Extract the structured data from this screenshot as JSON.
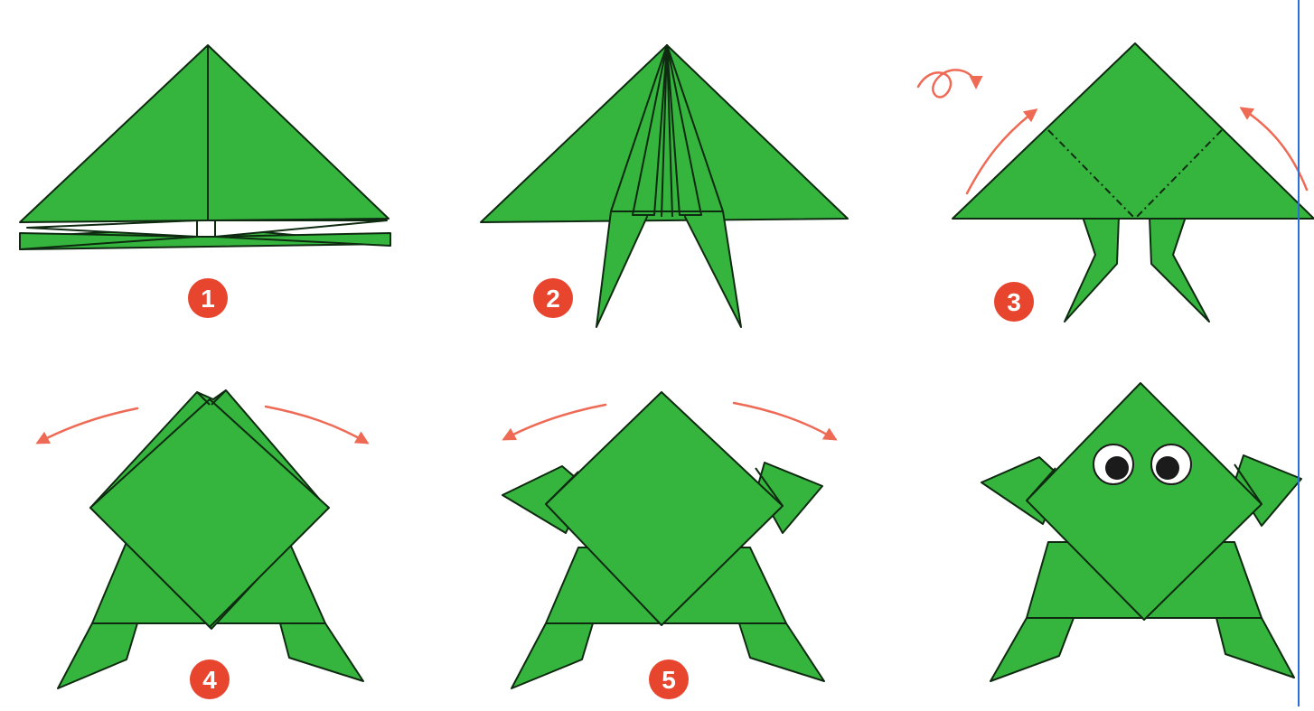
{
  "colors": {
    "paper_green": "#36b53e",
    "paper_edge": "#0e2a10",
    "arrow": "#ef6a55",
    "badge": "#e8452f",
    "badge_text": "#ffffff",
    "eye_white": "#ffffff",
    "pupil": "#1b1b1b",
    "frame_line": "#2a6fd6"
  },
  "steps": [
    {
      "number": "1"
    },
    {
      "number": "2"
    },
    {
      "number": "3"
    },
    {
      "number": "4"
    },
    {
      "number": "5"
    }
  ]
}
